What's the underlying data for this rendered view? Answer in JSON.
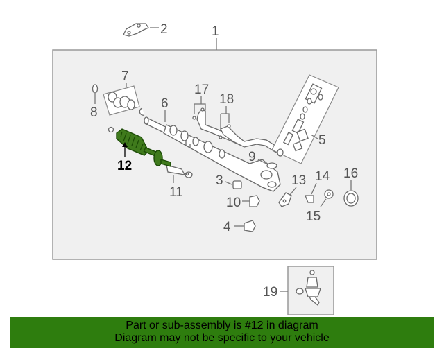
{
  "diagram": {
    "callouts": {
      "c1": "1",
      "c2": "2",
      "c3": "3",
      "c4": "4",
      "c5": "5",
      "c6": "6",
      "c7": "7",
      "c8": "8",
      "c9": "9",
      "c10": "10",
      "c11": "11",
      "c12": "12",
      "c13": "13",
      "c14": "14",
      "c15": "15",
      "c16": "16",
      "c17": "17",
      "c18": "18",
      "c19": "19"
    },
    "highlight_part": "12",
    "colors": {
      "highlight_part_fill": "#3f7a1c",
      "frame_fill": "#f0f0f0",
      "frame_stroke": "#999999",
      "banner_background": "#2e7d0e"
    }
  },
  "footer": {
    "line1": "Part or sub-assembly is #12 in diagram",
    "line2": "Diagram may not be specific to your vehicle"
  }
}
